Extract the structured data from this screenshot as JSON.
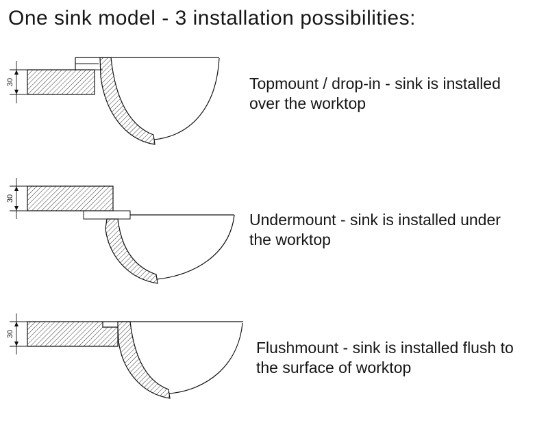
{
  "title": "One sink model - 3 installation possibilities:",
  "dimension_label": "30",
  "installations": [
    {
      "name": "topmount",
      "label": "Topmount / drop-in - sink is installed over the worktop"
    },
    {
      "name": "undermount",
      "label": "Undermount - sink is installed under the worktop"
    },
    {
      "name": "flushmount",
      "label": "Flushmount - sink is installed flush to the surface of worktop"
    }
  ]
}
